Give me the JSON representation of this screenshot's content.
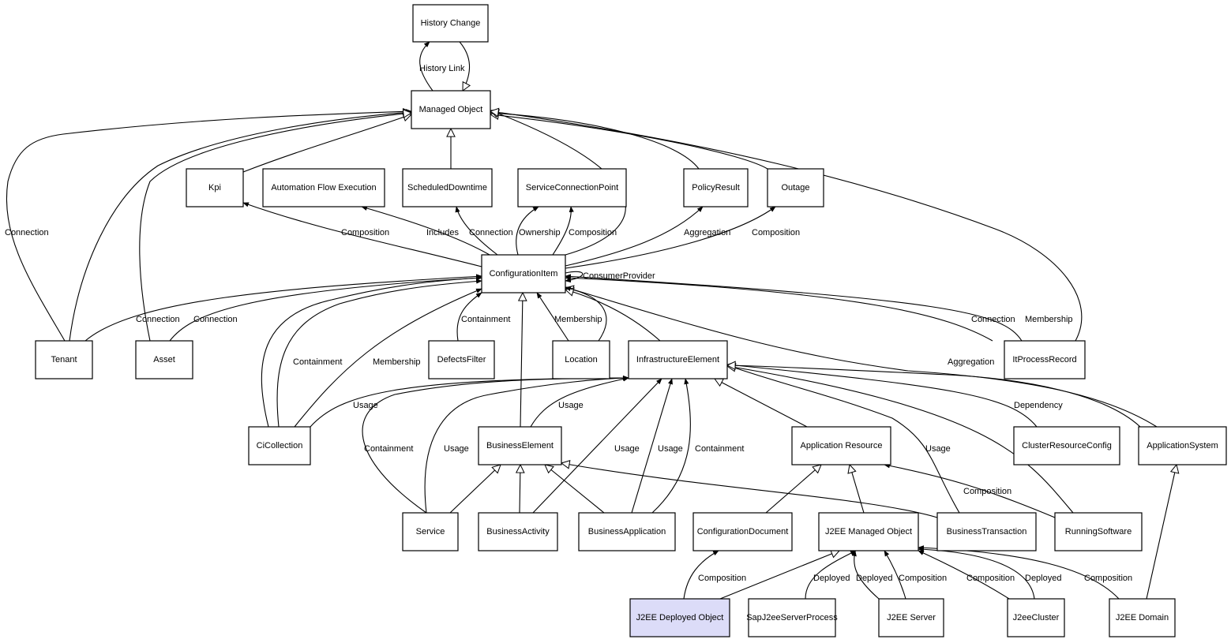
{
  "diagram": {
    "title": "J2EE Deployed Object class model",
    "highlight_color": "#dcdcf8",
    "nodes": [
      {
        "id": "history_change",
        "label": "History Change"
      },
      {
        "id": "managed_object",
        "label": "Managed Object"
      },
      {
        "id": "kpi",
        "label": "Kpi"
      },
      {
        "id": "automation_flow_execution",
        "label": "Automation Flow Execution"
      },
      {
        "id": "scheduled_downtime",
        "label": "ScheduledDowntime"
      },
      {
        "id": "service_connection_point",
        "label": "ServiceConnectionPoint"
      },
      {
        "id": "policy_result",
        "label": "PolicyResult"
      },
      {
        "id": "outage",
        "label": "Outage"
      },
      {
        "id": "configuration_item",
        "label": "ConfigurationItem"
      },
      {
        "id": "tenant",
        "label": "Tenant"
      },
      {
        "id": "asset",
        "label": "Asset"
      },
      {
        "id": "defects_filter",
        "label": "DefectsFilter"
      },
      {
        "id": "location",
        "label": "Location"
      },
      {
        "id": "infrastructure_element",
        "label": "InfrastructureElement"
      },
      {
        "id": "it_process_record",
        "label": "ItProcessRecord"
      },
      {
        "id": "ci_collection",
        "label": "CiCollection"
      },
      {
        "id": "business_element",
        "label": "BusinessElement"
      },
      {
        "id": "application_resource",
        "label": "Application Resource"
      },
      {
        "id": "cluster_resource_config",
        "label": "ClusterResourceConfig"
      },
      {
        "id": "application_system",
        "label": "ApplicationSystem"
      },
      {
        "id": "service",
        "label": "Service"
      },
      {
        "id": "business_activity",
        "label": "BusinessActivity"
      },
      {
        "id": "business_application",
        "label": "BusinessApplication"
      },
      {
        "id": "configuration_document",
        "label": "ConfigurationDocument"
      },
      {
        "id": "j2ee_managed_object",
        "label": "J2EE Managed Object"
      },
      {
        "id": "business_transaction",
        "label": "BusinessTransaction"
      },
      {
        "id": "running_software",
        "label": "RunningSoftware"
      },
      {
        "id": "j2ee_deployed_object",
        "label": "J2EE Deployed Object",
        "highlighted": true
      },
      {
        "id": "sap_j2ee_server_process",
        "label": "SapJ2eeServerProcess"
      },
      {
        "id": "j2ee_server",
        "label": "J2EE Server"
      },
      {
        "id": "j2ee_cluster",
        "label": "J2eeCluster"
      },
      {
        "id": "j2ee_domain",
        "label": "J2EE Domain"
      }
    ],
    "edges": [
      {
        "from": "managed_object",
        "to": "history_change",
        "label": "History Link",
        "kind": "association"
      },
      {
        "from": "history_change",
        "to": "managed_object",
        "label": "",
        "kind": "inheritance"
      },
      {
        "from": "kpi",
        "to": "managed_object",
        "label": "",
        "kind": "inheritance"
      },
      {
        "from": "scheduled_downtime",
        "to": "managed_object",
        "label": "",
        "kind": "inheritance"
      },
      {
        "from": "policy_result",
        "to": "managed_object",
        "label": "",
        "kind": "inheritance"
      },
      {
        "from": "outage",
        "to": "managed_object",
        "label": "",
        "kind": "inheritance"
      },
      {
        "from": "configuration_item",
        "to": "managed_object",
        "label": "",
        "kind": "inheritance"
      },
      {
        "from": "tenant",
        "to": "managed_object",
        "label": "Connection",
        "kind": "association"
      },
      {
        "from": "tenant",
        "to": "managed_object",
        "label": "",
        "kind": "inheritance"
      },
      {
        "from": "asset",
        "to": "managed_object",
        "label": "",
        "kind": "inheritance"
      },
      {
        "from": "it_process_record",
        "to": "managed_object",
        "label": "",
        "kind": "inheritance"
      },
      {
        "from": "configuration_item",
        "to": "kpi",
        "label": "Composition",
        "kind": "association"
      },
      {
        "from": "configuration_item",
        "to": "automation_flow_execution",
        "label": "Includes",
        "kind": "association"
      },
      {
        "from": "configuration_item",
        "to": "scheduled_downtime",
        "label": "Connection",
        "kind": "association"
      },
      {
        "from": "configuration_item",
        "to": "service_connection_point",
        "label": "Ownership",
        "kind": "association"
      },
      {
        "from": "configuration_item",
        "to": "service_connection_point",
        "label": "Composition",
        "kind": "association"
      },
      {
        "from": "configuration_item",
        "to": "policy_result",
        "label": "Aggregation",
        "kind": "association"
      },
      {
        "from": "configuration_item",
        "to": "outage",
        "label": "Composition",
        "kind": "association"
      },
      {
        "from": "configuration_item",
        "to": "configuration_item",
        "label": "ConsumerProvider",
        "kind": "association"
      },
      {
        "from": "tenant",
        "to": "configuration_item",
        "label": "Connection",
        "kind": "association"
      },
      {
        "from": "asset",
        "to": "configuration_item",
        "label": "Connection",
        "kind": "association"
      },
      {
        "from": "ci_collection",
        "to": "configuration_item",
        "label": "Containment",
        "kind": "association"
      },
      {
        "from": "ci_collection",
        "to": "configuration_item",
        "label": "",
        "kind": "association"
      },
      {
        "from": "ci_collection",
        "to": "configuration_item",
        "label": "Membership",
        "kind": "association"
      },
      {
        "from": "defects_filter",
        "to": "configuration_item",
        "label": "Containment",
        "kind": "association"
      },
      {
        "from": "location",
        "to": "configuration_item",
        "label": "Membership",
        "kind": "association"
      },
      {
        "from": "location",
        "to": "configuration_item",
        "label": "",
        "kind": "inheritance"
      },
      {
        "from": "infrastructure_element",
        "to": "configuration_item",
        "label": "",
        "kind": "inheritance"
      },
      {
        "from": "business_element",
        "to": "configuration_item",
        "label": "",
        "kind": "inheritance"
      },
      {
        "from": "it_process_record",
        "to": "configuration_item",
        "label": "Connection",
        "kind": "association"
      },
      {
        "from": "it_process_record",
        "to": "configuration_item",
        "label": "Membership",
        "kind": "association"
      },
      {
        "from": "application_system",
        "to": "configuration_item",
        "label": "Aggregation",
        "kind": "association"
      },
      {
        "from": "ci_collection",
        "to": "infrastructure_element",
        "label": "Usage",
        "kind": "association"
      },
      {
        "from": "business_element",
        "to": "infrastructure_element",
        "label": "Usage",
        "kind": "association"
      },
      {
        "from": "service",
        "to": "infrastructure_element",
        "label": "Containment",
        "kind": "association"
      },
      {
        "from": "service",
        "to": "infrastructure_element",
        "label": "Usage",
        "kind": "association"
      },
      {
        "from": "business_activity",
        "to": "infrastructure_element",
        "label": "Usage",
        "kind": "association"
      },
      {
        "from": "business_application",
        "to": "infrastructure_element",
        "label": "Usage",
        "kind": "association"
      },
      {
        "from": "business_application",
        "to": "infrastructure_element",
        "label": "Containment",
        "kind": "association"
      },
      {
        "from": "application_resource",
        "to": "infrastructure_element",
        "label": "",
        "kind": "inheritance"
      },
      {
        "from": "business_transaction",
        "to": "infrastructure_element",
        "label": "Usage",
        "kind": "association"
      },
      {
        "from": "running_software",
        "to": "infrastructure_element",
        "label": "",
        "kind": "inheritance"
      },
      {
        "from": "cluster_resource_config",
        "to": "infrastructure_element",
        "label": "Dependency",
        "kind": "association"
      },
      {
        "from": "application_system",
        "to": "infrastructure_element",
        "label": "",
        "kind": "inheritance"
      },
      {
        "from": "service",
        "to": "business_element",
        "label": "",
        "kind": "inheritance"
      },
      {
        "from": "business_activity",
        "to": "business_element",
        "label": "",
        "kind": "inheritance"
      },
      {
        "from": "business_application",
        "to": "business_element",
        "label": "",
        "kind": "inheritance"
      },
      {
        "from": "business_transaction",
        "to": "business_element",
        "label": "",
        "kind": "inheritance"
      },
      {
        "from": "configuration_document",
        "to": "application_resource",
        "label": "",
        "kind": "inheritance"
      },
      {
        "from": "j2ee_managed_object",
        "to": "application_resource",
        "label": "",
        "kind": "inheritance"
      },
      {
        "from": "running_software",
        "to": "application_resource",
        "label": "Composition",
        "kind": "association"
      },
      {
        "from": "j2ee_domain",
        "to": "application_system",
        "label": "",
        "kind": "inheritance"
      },
      {
        "from": "j2ee_deployed_object",
        "to": "configuration_document",
        "label": "Composition",
        "kind": "association"
      },
      {
        "from": "j2ee_deployed_object",
        "to": "j2ee_managed_object",
        "label": "",
        "kind": "inheritance"
      },
      {
        "from": "sap_j2ee_server_process",
        "to": "j2ee_managed_object",
        "label": "Deployed",
        "kind": "association"
      },
      {
        "from": "j2ee_server",
        "to": "j2ee_managed_object",
        "label": "Deployed",
        "kind": "association"
      },
      {
        "from": "j2ee_server",
        "to": "j2ee_managed_object",
        "label": "Composition",
        "kind": "association"
      },
      {
        "from": "j2ee_cluster",
        "to": "j2ee_managed_object",
        "label": "Composition",
        "kind": "association"
      },
      {
        "from": "j2ee_cluster",
        "to": "j2ee_managed_object",
        "label": "Deployed",
        "kind": "association"
      },
      {
        "from": "j2ee_domain",
        "to": "j2ee_managed_object",
        "label": "Composition",
        "kind": "association"
      }
    ]
  }
}
